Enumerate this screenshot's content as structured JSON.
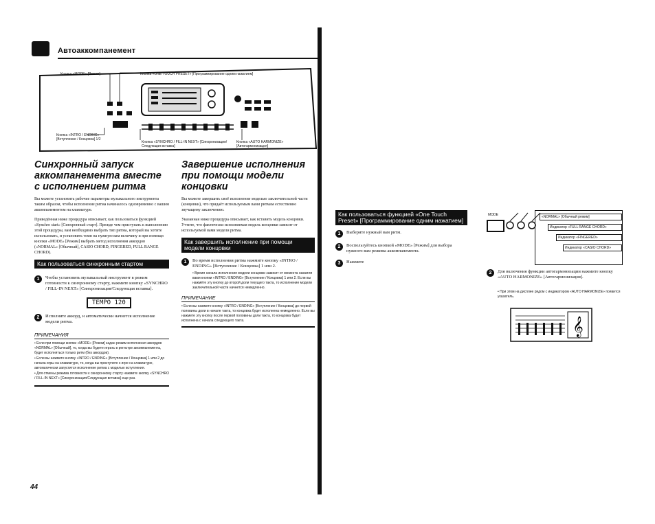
{
  "header": {
    "title": "Автоаккомпанемент"
  },
  "diagram": {
    "label_mode": "Кнопка «MODE» [Режим]",
    "label_otp": "Кнопка «ONE TOUCH PRESET» [Программирование одним нажатием]",
    "label_intro": "Кнопка «INTRO / ENDING» [Вступление / Концовка] 1/2",
    "label_synchro": "Кнопка «SYNCHRO / FILL-IN NEXT» [Синхронизация/Следующая вставка]",
    "label_auto": "Кнопка «AUTO HARMONIZE» [Автогармонизация]"
  },
  "col1": {
    "title": "Синхронный запуск аккомпанемента вместе с исполнением ритма",
    "p1": "Вы можете установить рабочие параметры музыкального инструмента таким образом, чтобы исполнение ритма начиналось одновременно с вашим аккомпанементом на клавиатуре.",
    "p2": "Приведённая ниже процедура описывает, как пользоваться функцией «Synchro start» [Синхронный старт]. Прежде чем приступать к выполнению этой процедуры, вам необходимо выбрать тип ритма, который вы хотите использовать, и установить темп на нужную вам величину и при помощи кнопки «MODE» [Режим] выбрать метод исполнения аккордов («NORMAL» [Обычный], CASIO CHORD, FINGERED, FULL RANGE CHORD).",
    "banner": "Как пользоваться синхронным стартом",
    "step1": "Чтобы установить музыкальный инструмент в режим готовности к синхронному старту, нажмите кнопку «SYNCHRO / FILL-IN NEXT» [Синхронизация/Следующая вставка].",
    "display_tempo": "TEMPO 120",
    "step2": "Исполните аккорд, и автоматически начнется исполнение модели ритма.",
    "note_title": "ПРИМЕЧАНИЯ",
    "notes": [
      "• Если при помощи кнопки «MODE» [Режим] задан режим исполнения аккордов «NORMAL» [Обычный], то, когда вы будете играть в регистре аккомпанемента, будет исполняться только ритм (без аккордов).",
      "• Если вы нажмете кнопку «INTRO / ENDING» [Вступление / Концовка] 1 или 2 до начала игры на клавиатуре, то, когда вы приступите к игре на клавиатуре, автоматически запустится исполнение ритма с моделью вступления.",
      "• Для отмены режима готовности к синхронному старту нажмите кнопку «SYNCHRO / FILL-IN NEXT» [Синхронизация/Следующая вставка] еще раз."
    ]
  },
  "col2": {
    "title": "Завершение исполнения при помощи модели концовки",
    "p1": "Вы можете завершить своё исполнение моделью заключительной части (концовки), что придаёт используемым вами ритмам естественно звучащему заключению.",
    "p2": "Указанная ниже процедура описывает, как вставить модель концовки. Учтите, что фактически исполняемая модель концовки зависит от используемой вами модели ритма.",
    "banner": "Как завершить исполнение при помощи модели концовки",
    "step1": "Во время исполнения ритма нажмите кнопку «INTRO / ENDING» [Вступление / Концовка] 1 или 2.",
    "step1_note": "• Время начала исполнения модели концовки зависит от момента нажатия вами кнопки «INTRO / ENDING» [Вступление / Концовка] 1 или 2. Если вы нажмёте эту кнопку до второй доли текущего такта, то исполнение модели заключительной части начнется немедленно.",
    "note_title": "ПРИМЕЧАНИЕ",
    "note": "• Если вы нажмете кнопку «INTRO / ENDING» [Вступление / Концовка] до первой половины доли в начале такта, то концовка будет исполнена немедленно. Если вы нажмете эту кнопку после первой половины доли такта, то концовка будет исполнена с начала следующего такта."
  },
  "col3": {
    "banner": "Как пользоваться функцией «One Touch Preset» [Программирование одним нажатием]",
    "step1": "Выберите нужный вам ритм.",
    "step2": "Воспользуйтесь кнопкой «MODE» [Режим] для выбора нужного вам режима аккомпанемента.",
    "step3": "Нажмите"
  },
  "col4": {
    "opt1": "«NORMAL» [Обычный режим]",
    "opt2": "Индикатор «FULL RANGE CHORD»",
    "opt3": "Индикатор «FINGERED»",
    "opt4": "Индикатор «CASIO CHORD»",
    "btn_label": "MODE",
    "step2": "Для включения функции автогармонизации нажмите кнопку «AUTO HARMONIZE» [Автогармонизация].",
    "step2_note": "• При этом на дисплее рядом с индикатором «AUTO HARMONIZE» появится указатель."
  },
  "footer": {
    "page": "44"
  },
  "steps": {
    "n1": "1",
    "n2": "2",
    "n3": "3"
  }
}
